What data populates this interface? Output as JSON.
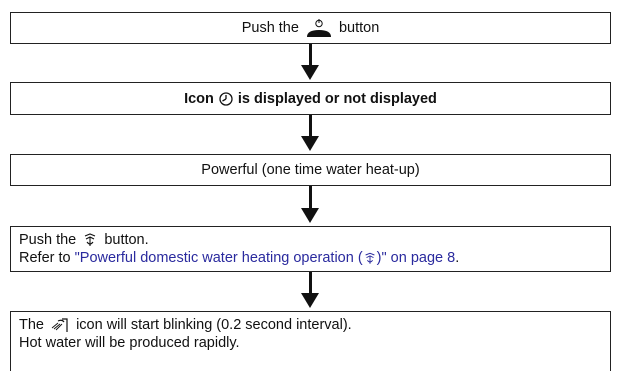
{
  "steps": {
    "step1": {
      "before": "Push the",
      "after": "button",
      "icon": "power-button-icon"
    },
    "step2": {
      "before": "Icon",
      "after": "is displayed or not displayed",
      "icon": "timer-clock-icon"
    },
    "step3": {
      "text": "Powerful (one time water heat-up)"
    },
    "step4": {
      "line1_before": "Push the",
      "line1_after": "button.",
      "line2_before": "Refer to",
      "link_text": "\"Powerful domestic water heating operation (",
      "link_after": ")\" on page 8",
      "line2_end": ".",
      "icon": "powerful-icon"
    },
    "step5": {
      "line1_before": "The",
      "line1_after": "icon will start blinking (0.2 second interval).",
      "line2": "Hot water will be produced rapidly.",
      "icon": "hot-water-shower-icon"
    }
  },
  "colors": {
    "link": "#2a2a9e",
    "border": "#222222"
  }
}
